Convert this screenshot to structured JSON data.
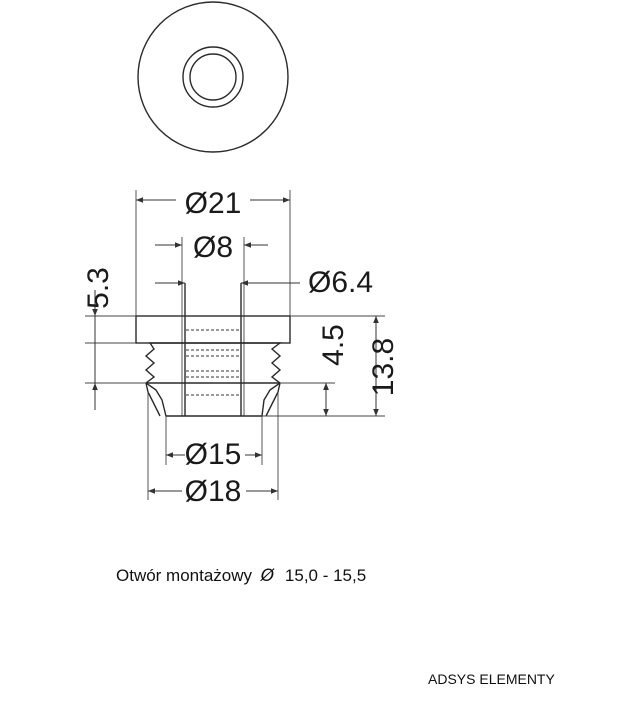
{
  "dimensions": {
    "outer_diameter": "Ø21",
    "inner_diameter": "Ø8",
    "bore_diameter": "Ø6.4",
    "cap_height": "5.3",
    "rib_height": "4.5",
    "total_height": "13.8",
    "base_diameter": "Ø15",
    "flange_diameter": "Ø18"
  },
  "caption": {
    "label": "Otwór montażowy",
    "symbol": "Ø",
    "value": "15,0 - 15,5"
  },
  "brand": "ADSYS ELEMENTY",
  "colors": {
    "line": "#2a2a2a",
    "dim": "#444444"
  }
}
